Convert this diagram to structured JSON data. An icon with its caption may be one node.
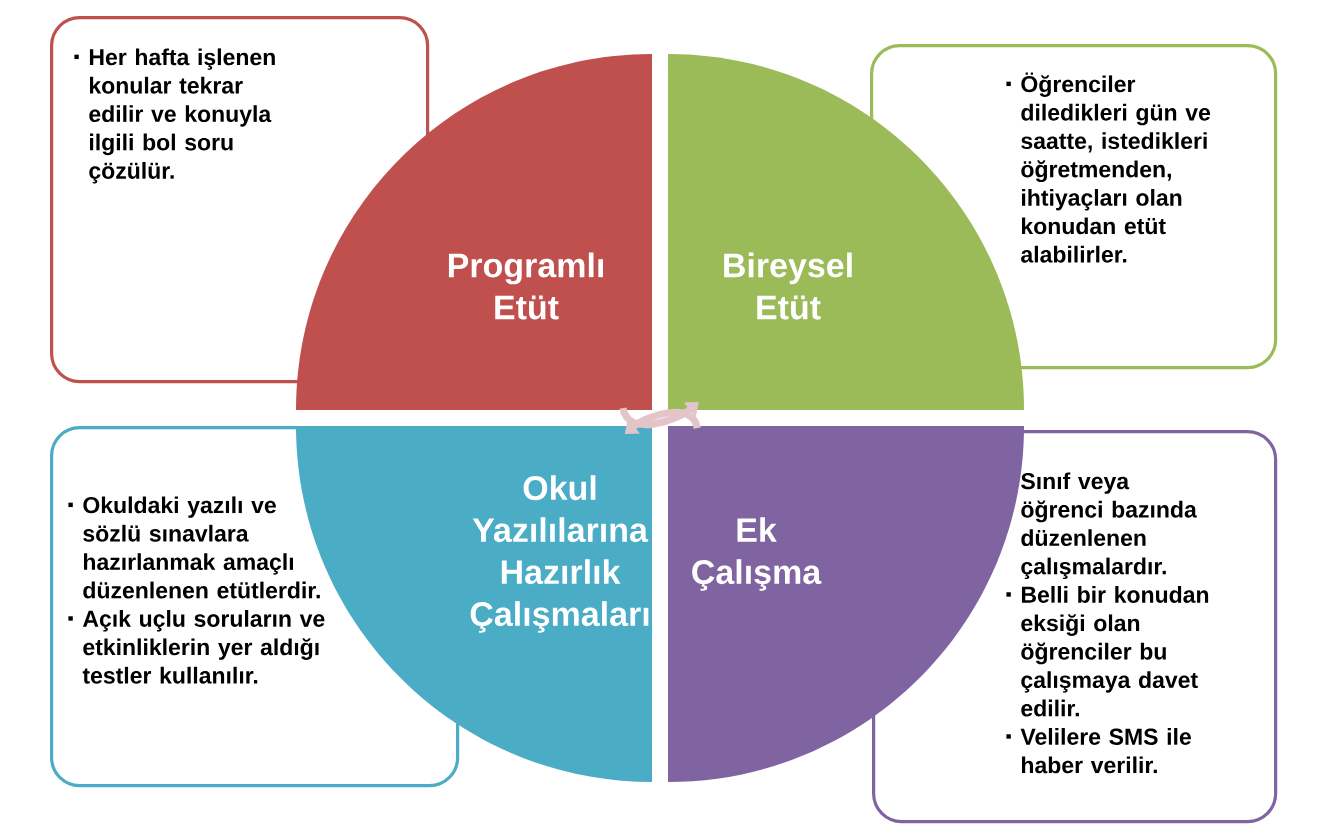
{
  "diagram": {
    "nodes": [
      {
        "text": [
          "Her hafta işlenen konular tekrar edilir ve konuyla ilgili bol soru çözülür."
        ]
      },
      {
        "text": [
          "Programlı Etüt"
        ]
      },
      {
        "text": [
          "Bireysel Etüt"
        ]
      },
      {
        "text": [
          "Öğrenciler diledikleri gün ve saatte, istedikleri öğretmenden, ihtiyaçları olan konudan etüt alabilirler."
        ]
      },
      {
        "text": [
          "Okuldaki yazılı ve sözlü sınavlara hazırlanmak amaçlı düzenlenen etütlerdir.",
          "Açık uçlu soruların ve etkinliklerin yer aldığı testler kullanılır."
        ]
      },
      {
        "text": [
          "Okul Yazılılarına Hazırlık Çalışmaları"
        ]
      },
      {
        "text": [
          "Ek Çalışma"
        ]
      },
      {
        "text": [
          "Sınıf veya öğrenci bazında düzenlenen çalışmalardır.",
          "Belli bir konudan eksiği olan öğrenciler bu çalışmaya davet edilir.",
          "Velilere SMS ile haber verilir."
        ]
      }
    ],
    "edges": [
      {
        "from": 1,
        "to": 2,
        "arrow": "to"
      },
      {
        "from": 6,
        "to": 5,
        "arrow": "to"
      }
    ]
  }
}
